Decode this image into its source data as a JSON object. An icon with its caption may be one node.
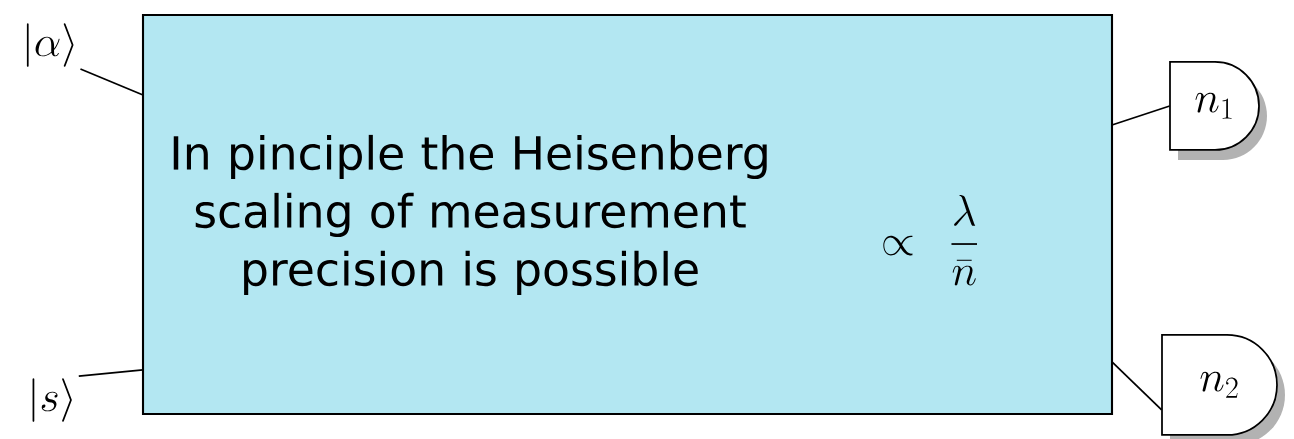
{
  "diagram": {
    "nodes": [
      {
        "text": [
          "In pinciple the Heisenberg scaling of measurement precision is possible",
          "\\propto\\ \\frac{\\lambda}{\\bar{n}}"
        ]
      },
      {
        "text": [
          "|\\alpha\\rangle"
        ]
      },
      {
        "text": [
          "|s\\rangle"
        ]
      },
      {
        "text": [
          "n_1"
        ]
      },
      {
        "text": [
          "n_2"
        ]
      }
    ],
    "edges": [
      {
        "from": 1,
        "to": 0,
        "arrow": "none"
      },
      {
        "from": 2,
        "to": 0,
        "arrow": "none"
      },
      {
        "from": 0,
        "to": 3,
        "arrow": "none"
      },
      {
        "from": 0,
        "to": 4,
        "arrow": "none"
      }
    ]
  }
}
